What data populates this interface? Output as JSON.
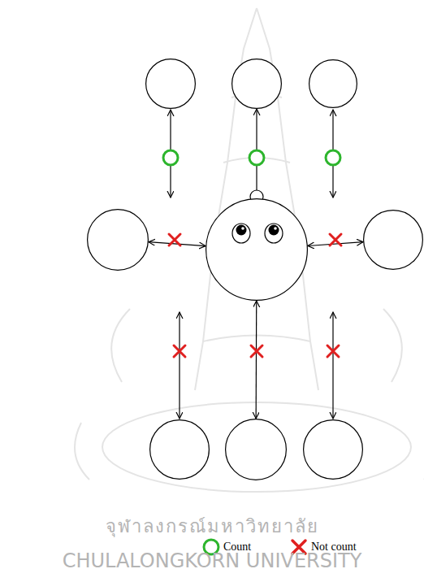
{
  "diagram": {
    "nodes": [
      {
        "text": []
      },
      {
        "text": []
      },
      {
        "text": []
      },
      {
        "text": []
      },
      {
        "text": []
      },
      {
        "text": []
      },
      {
        "text": []
      },
      {
        "text": []
      },
      {
        "text": []
      }
    ],
    "edges": [
      {
        "from": 1,
        "to": 4,
        "arrow": "both"
      },
      {
        "from": 3,
        "to": 4,
        "arrow": "both"
      },
      {
        "from": 4,
        "to": 5,
        "arrow": "both"
      },
      {
        "from": 4,
        "to": 7,
        "arrow": "both"
      }
    ],
    "labels": [
      "จุฬาลงกรณ์มหาวิทยาลัย",
      "CHULALONGKORN UNIVERSITY"
    ],
    "legend": [
      {
        "text": "Count"
      },
      {
        "text": "Not count"
      }
    ]
  }
}
